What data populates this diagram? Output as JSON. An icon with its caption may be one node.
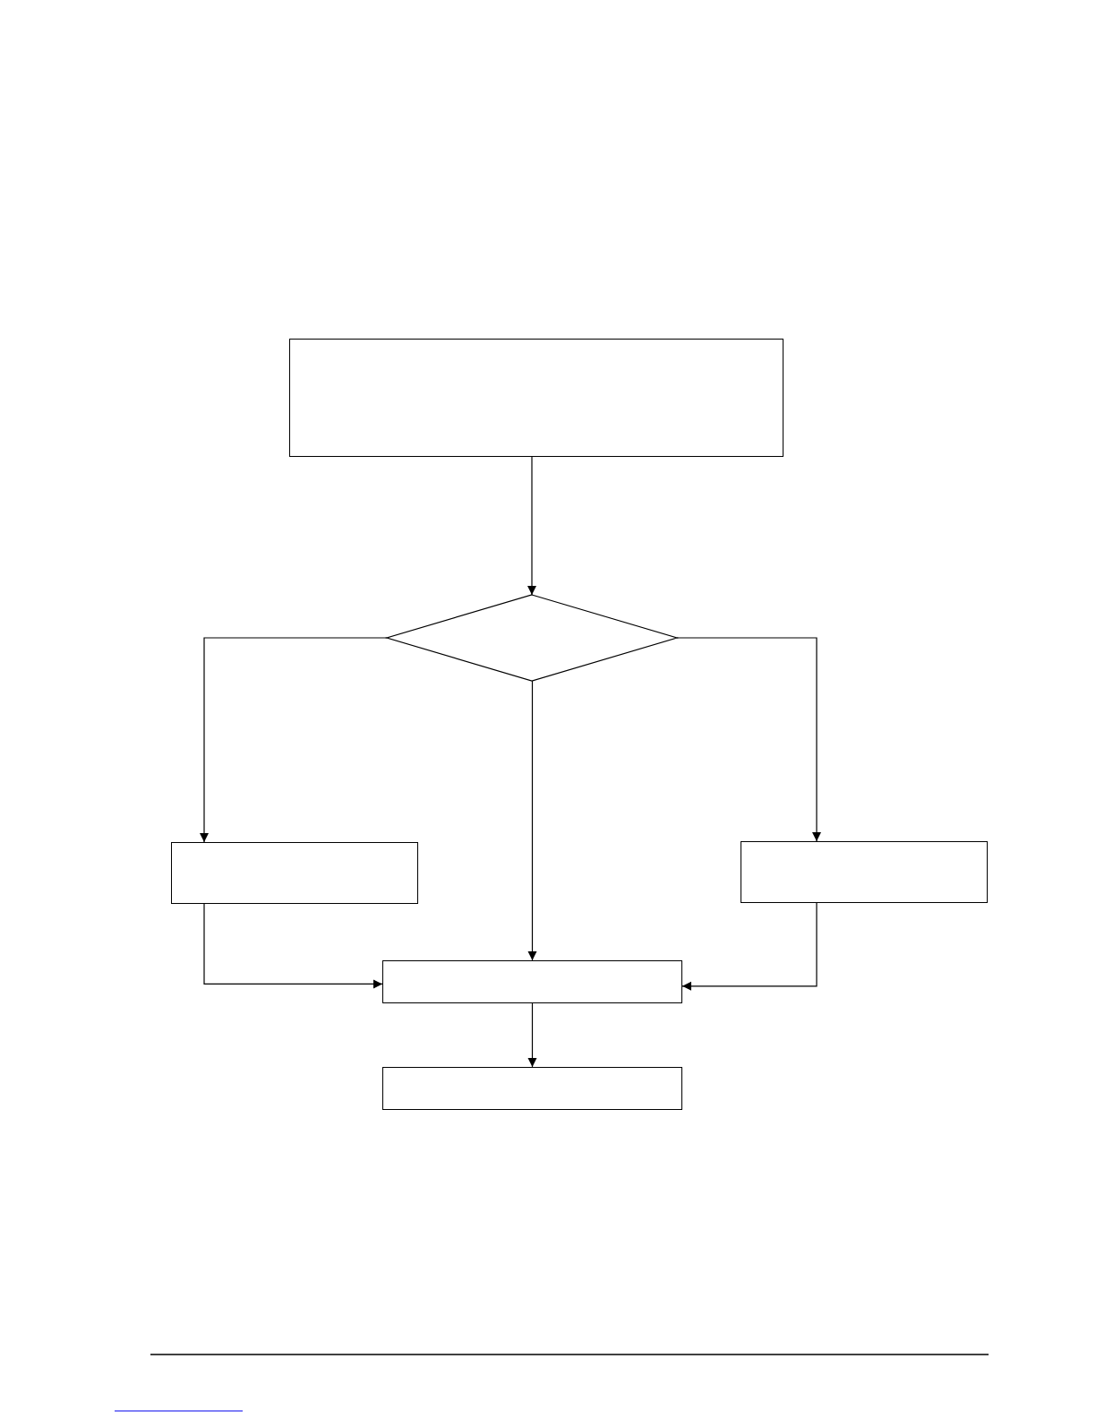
{
  "diagram": {
    "nodes": [
      {
        "text": [],
        "shape": "box"
      },
      {
        "text": [],
        "shape": "diamond"
      },
      {
        "text": [],
        "shape": "box"
      },
      {
        "text": [],
        "shape": "box"
      },
      {
        "text": [],
        "shape": "box"
      },
      {
        "text": [],
        "shape": "box"
      }
    ],
    "edges": [
      {
        "from": 0,
        "to": 1,
        "arrow": "to"
      },
      {
        "from": 1,
        "to": 2,
        "arrow": "to"
      },
      {
        "from": 1,
        "to": 4,
        "arrow": "to"
      },
      {
        "from": 1,
        "to": 3,
        "arrow": "to"
      },
      {
        "from": 2,
        "to": 4,
        "arrow": "to"
      },
      {
        "from": 3,
        "to": 4,
        "arrow": "to"
      },
      {
        "from": 4,
        "to": 5,
        "arrow": "to"
      }
    ]
  }
}
